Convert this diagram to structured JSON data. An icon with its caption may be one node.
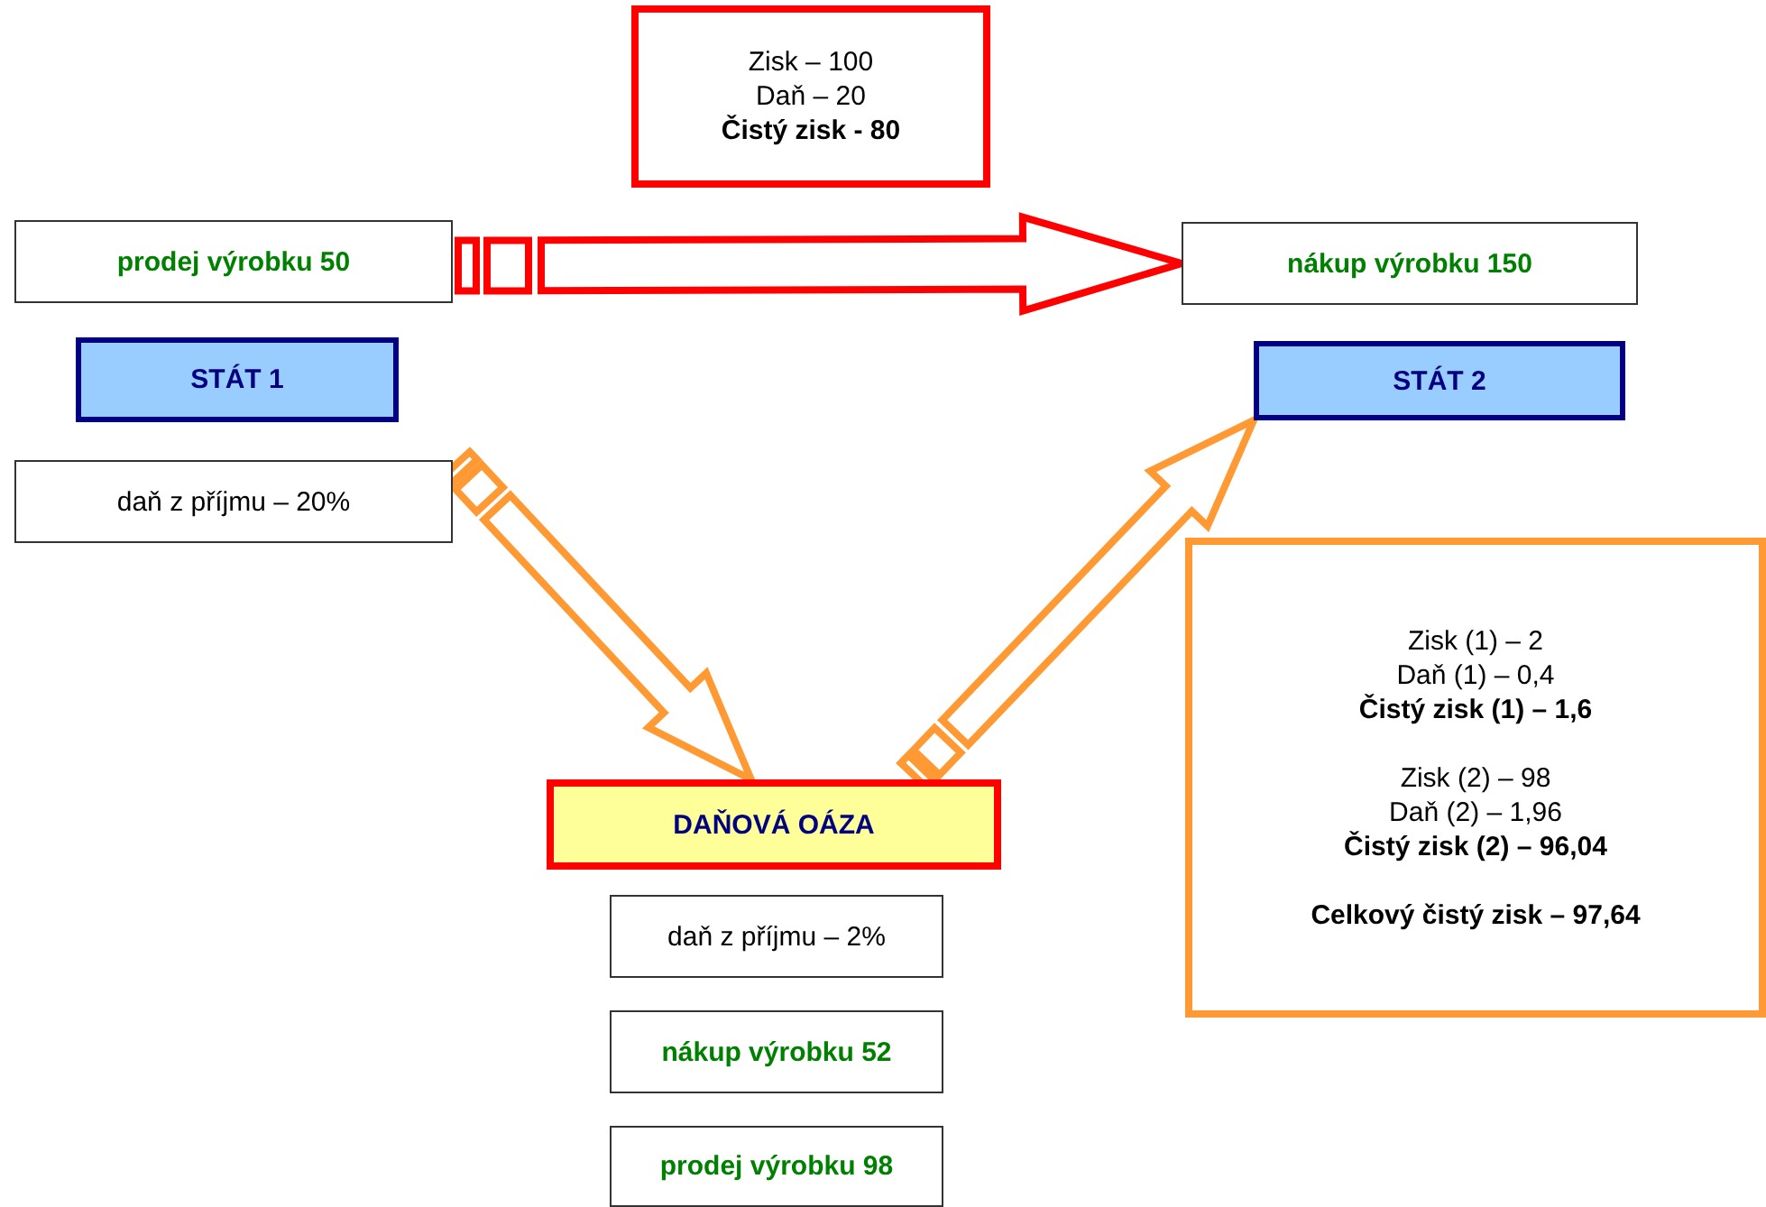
{
  "diagram": {
    "nodes": [
      {
        "text": [
          "Zisk – 100",
          "Daň – 20",
          "**Čistý zisk - 80**"
        ]
      },
      {
        "text": [
          "prodej výrobku 50"
        ]
      },
      {
        "text": [
          "STÁT 1"
        ]
      },
      {
        "text": [
          "daň z příjmu – 20%"
        ]
      },
      {
        "text": [
          "nákup výrobku 150"
        ]
      },
      {
        "text": [
          "STÁT 2"
        ]
      },
      {
        "text": [
          "Zisk (1) – 2",
          "Daň (1) – 0,4",
          "**Čistý zisk (1) – 1,6**",
          "Zisk (2) – 98",
          "Daň (2) – 1,96",
          "**Čistý zisk (2) – 96,04**",
          "**Celkový čistý zisk – 97,64**"
        ]
      },
      {
        "text": [
          "DAŇOVÁ OÁZA"
        ]
      },
      {
        "text": [
          "daň z příjmu – 2%"
        ]
      },
      {
        "text": [
          "nákup výrobku 52"
        ]
      },
      {
        "text": [
          "prodej výrobku 98"
        ]
      }
    ],
    "edges": [
      {
        "from": 1,
        "to": 4,
        "arrow": "to",
        "color": "#ff0000",
        "style": "thick"
      },
      {
        "from": 3,
        "to": 7,
        "arrow": "to"
      },
      {
        "from": 7,
        "to": 5,
        "arrow": "to"
      }
    ]
  }
}
